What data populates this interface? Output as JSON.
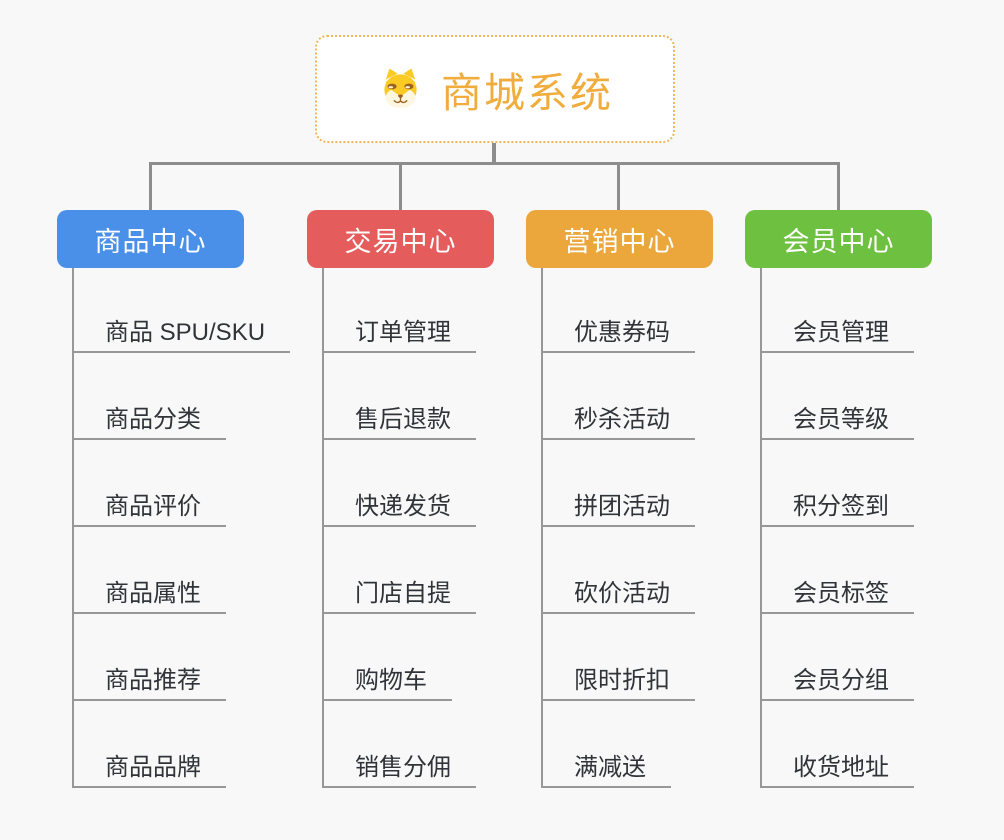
{
  "meta": {
    "background_color": "#f8f8f8",
    "connector_color": "#8d8d8d",
    "item_line_color": "#979797",
    "item_text_color": "#303338"
  },
  "root": {
    "title": "商城系统",
    "icon": "dog-face-icon",
    "text_color": "#f0ac3c",
    "border_color": "#f0b558",
    "background": "#ffffff"
  },
  "branches": [
    {
      "label": "商品中心",
      "color": "#4a90e8",
      "items": [
        "商品 SPU/SKU",
        "商品分类",
        "商品评价",
        "商品属性",
        "商品推荐",
        "商品品牌"
      ]
    },
    {
      "label": "交易中心",
      "color": "#e45c5c",
      "items": [
        "订单管理",
        "售后退款",
        "快递发货",
        "门店自提",
        "购物车",
        "销售分佣"
      ]
    },
    {
      "label": "营销中心",
      "color": "#eba73c",
      "items": [
        "优惠券码",
        "秒杀活动",
        "拼团活动",
        "砍价活动",
        "限时折扣",
        "满减送"
      ]
    },
    {
      "label": "会员中心",
      "color": "#6ec041",
      "items": [
        "会员管理",
        "会员等级",
        "积分签到",
        "会员标签",
        "会员分组",
        "收货地址"
      ]
    }
  ]
}
